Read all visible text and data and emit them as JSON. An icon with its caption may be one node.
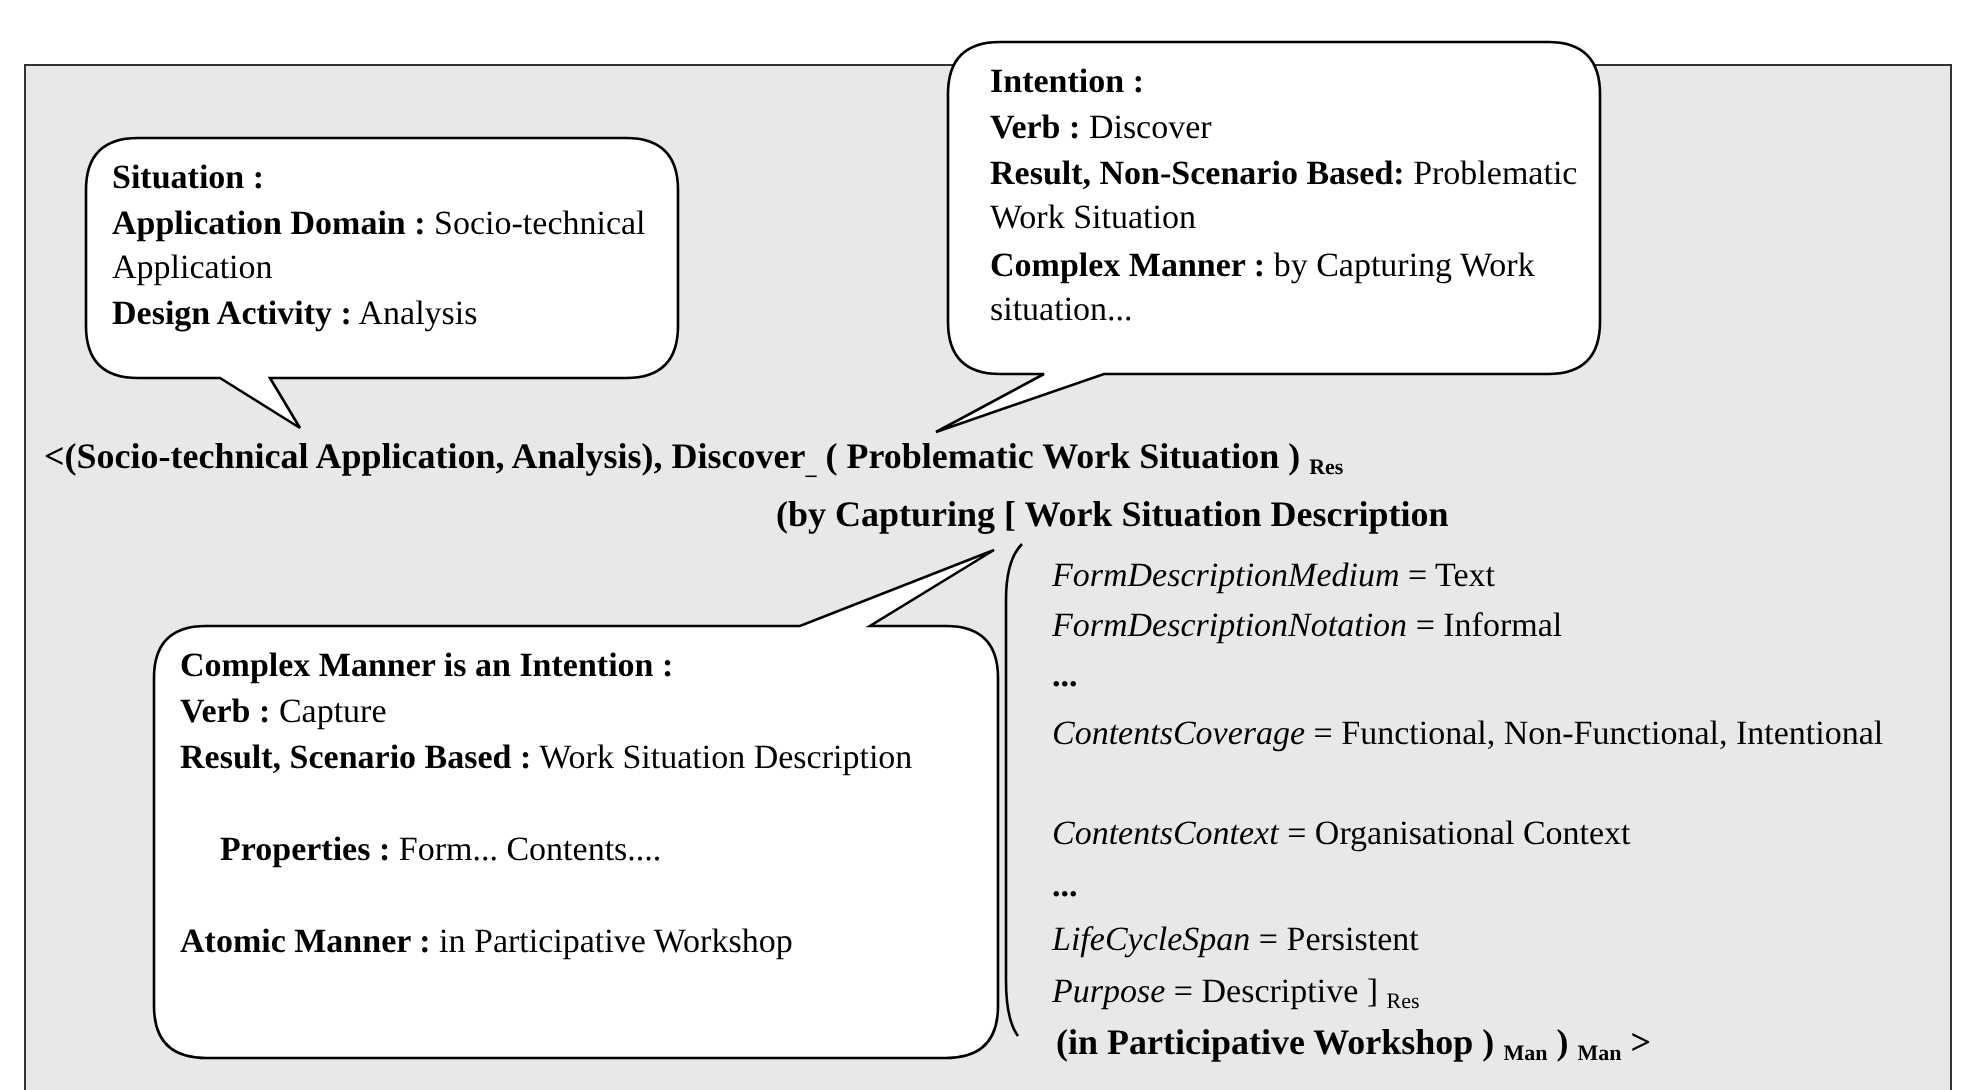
{
  "diagram": {
    "nodes": [
      {
        "text": [
          "Situation :",
          "**Application Domain :** Socio-technical Application",
          "**Design Activity :** Analysis"
        ]
      },
      {
        "text": [
          "Intention :",
          "**Verb :** Discover",
          "**Result, Non-Scenario Based:** Problematic Work Situation",
          "**Complex Manner :** by Capturing Work situation..."
        ]
      },
      {
        "text": [
          "Complex Manner is an Intention :",
          "**Verb :** Capture",
          "**Result, Scenario Based :** Work Situation Description",
          "**Properties :** Form... Contents....",
          "**Atomic Manner :** in Participative Workshop"
        ]
      }
    ],
    "labels": [
      "<(Socio-technical Application, Analysis), Discover$_{_}$ ( Problematic Work Situation ) $_{Res}$",
      "(by Capturing  [ Work Situation Description",
      "*FormDescriptionMedium* = Text",
      "*FormDescriptionNotation* =  Informal",
      "...",
      "*ContentsCoverage* = Functional, Non-Functional, Intentional",
      "*ContentsContext* = Organisational Context",
      "...",
      "*LifeCycleSpan* = Persistent",
      "*Purpose* = Descriptive  ] $_{Res}$",
      "(in Participative Workshop )  $_{Man}$ ) $_{Man}$ >"
    ]
  }
}
